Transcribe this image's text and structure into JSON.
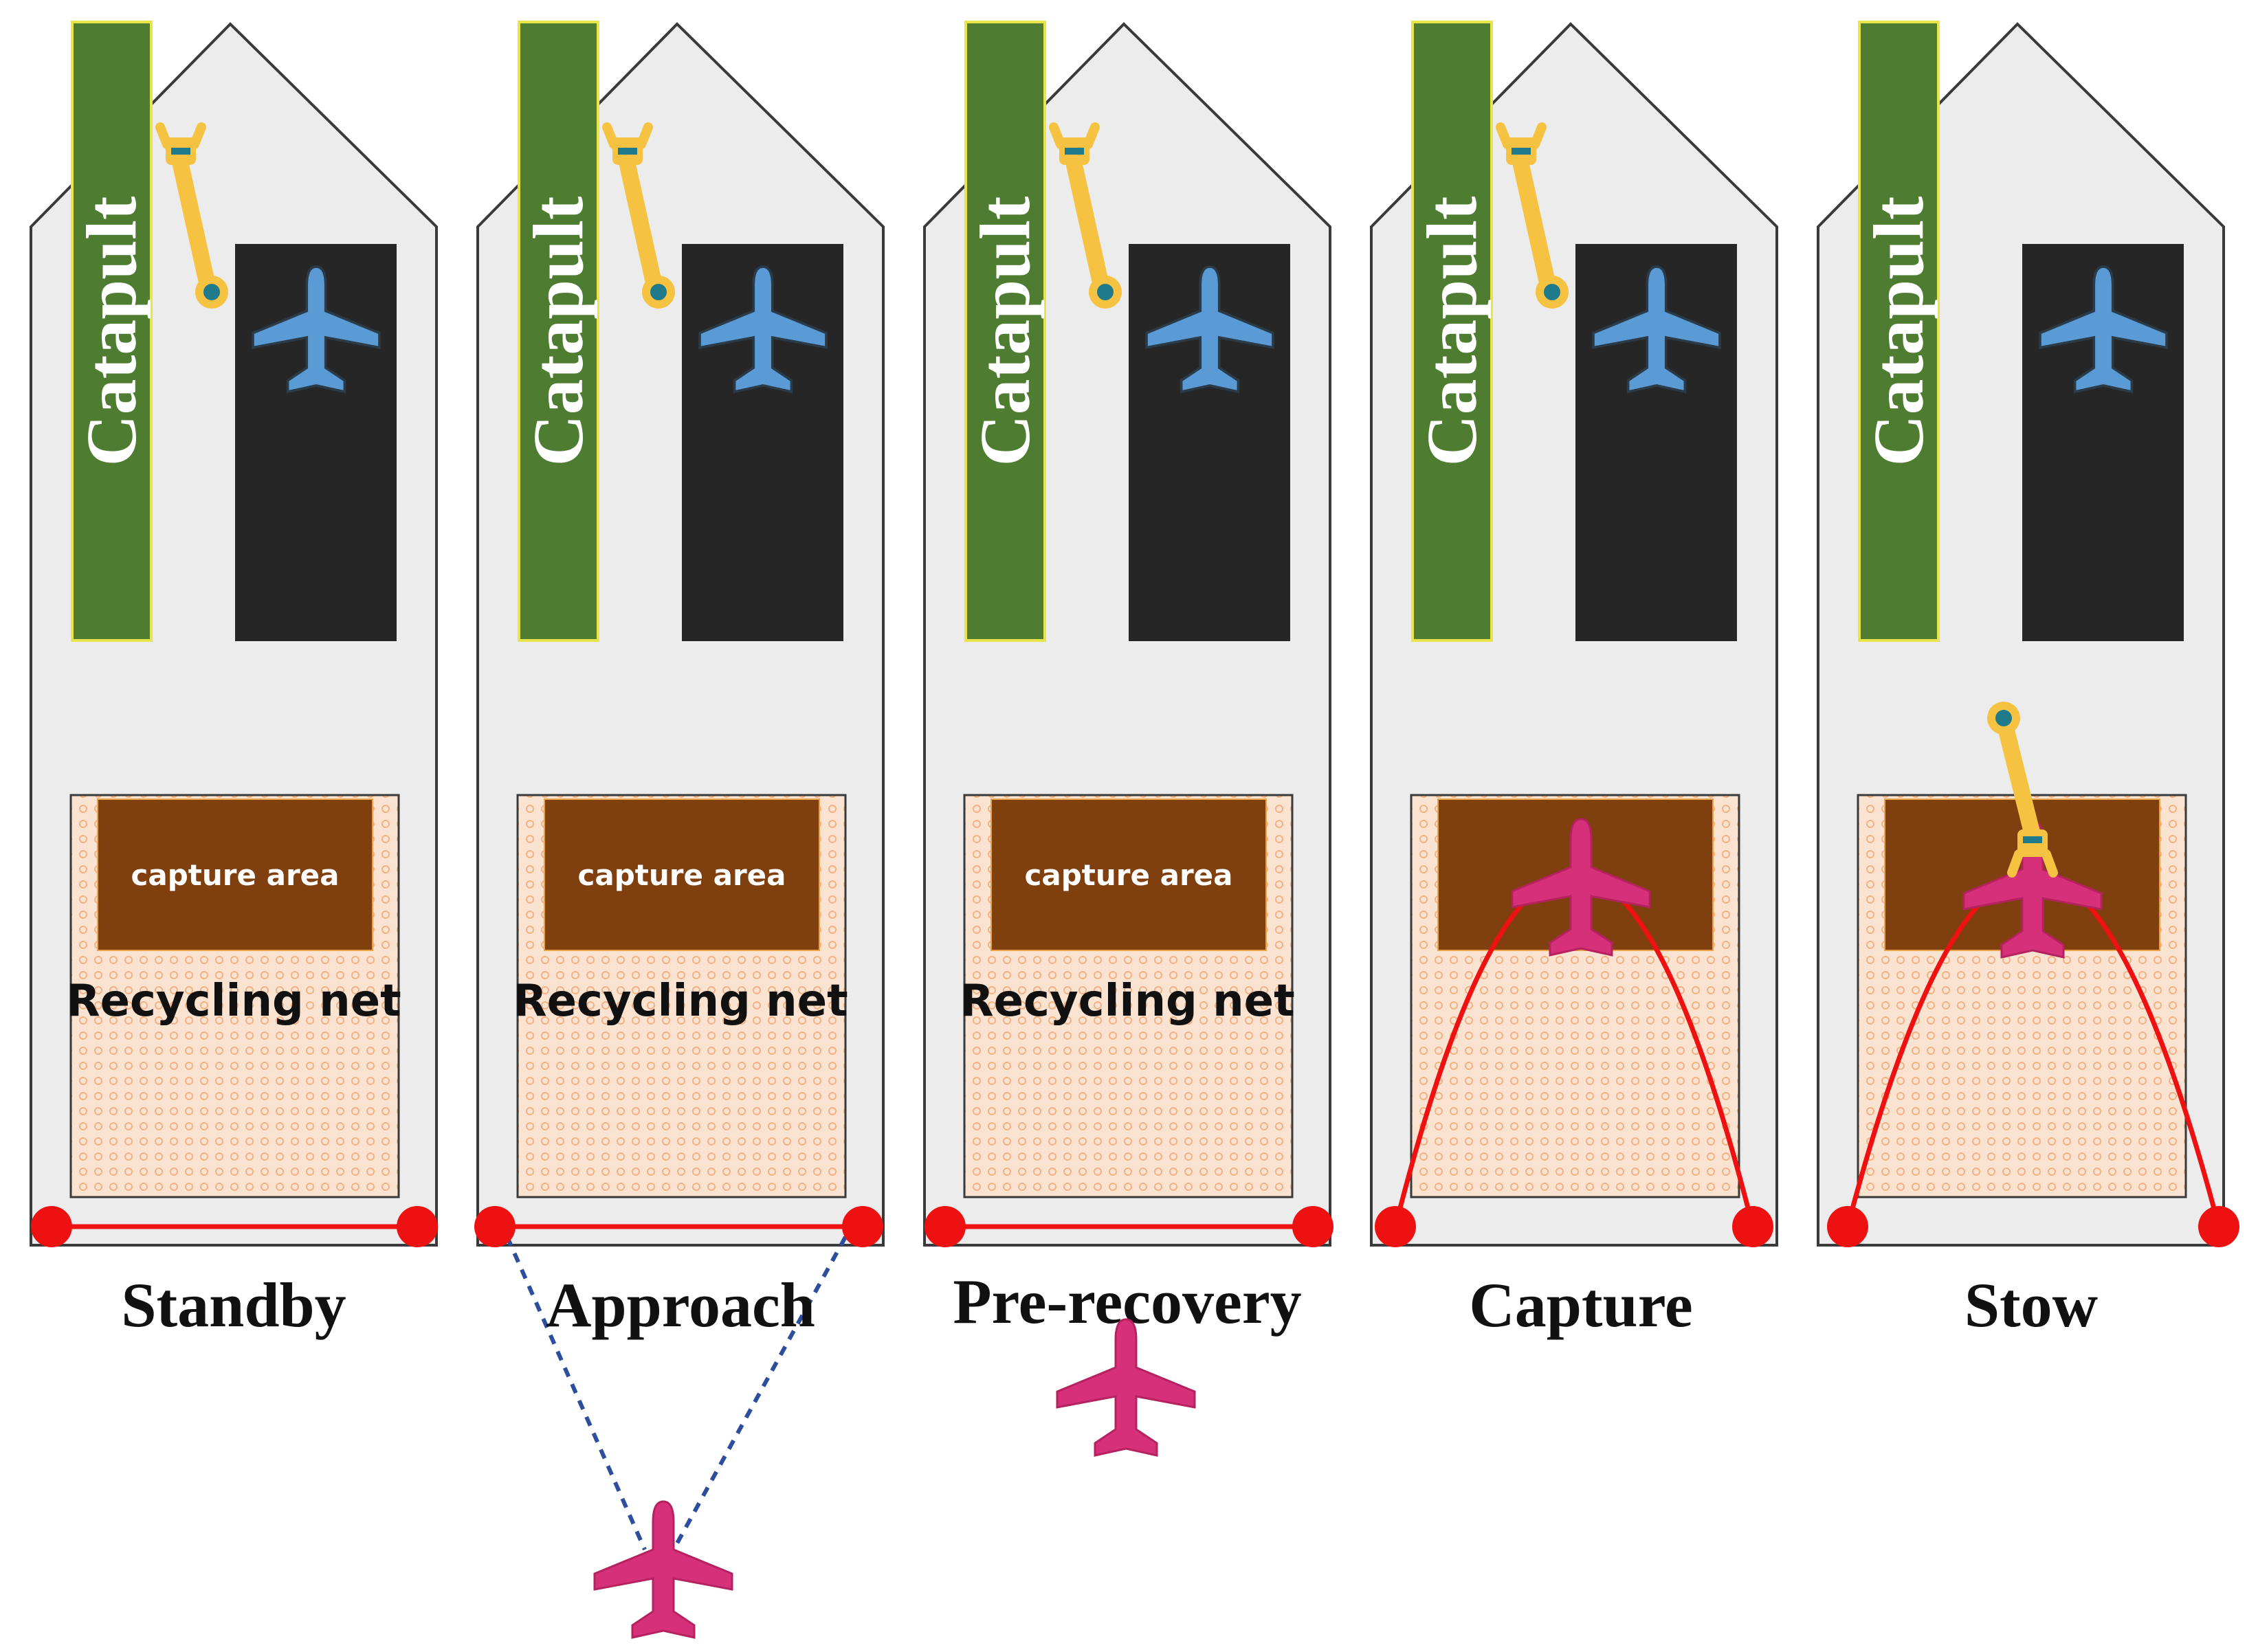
{
  "catapult_label": "Catapult",
  "capture_area_label": "capture area",
  "net_label": "Recycling net",
  "colors": {
    "hull_fill": "#ececec",
    "hull_stroke": "#3a3a3a",
    "catapult": "#4e7d31",
    "catapult_border": "#e8e44a",
    "hangar": "#262626",
    "parked_aircraft": "#5b9bd5",
    "capture_area": "#7f3f0f",
    "net_fill": "#fbe3d2",
    "net_dot": "#f4b183",
    "arm": "#f5c242",
    "arm_joint": "#1f7a8c",
    "target_aircraft": "#d6307a",
    "net_cable": "#ee1111",
    "sensor_beam": "#2d4e9c"
  },
  "icons": {
    "parked_aircraft": "airplane-icon",
    "target_aircraft": "airplane-icon",
    "robot_arm": "robotic-arm-icon"
  },
  "stages": [
    {
      "label": "Standby"
    },
    {
      "label": "Approach"
    },
    {
      "label": "Pre-recovery"
    },
    {
      "label": "Capture"
    },
    {
      "label": "Stow"
    }
  ]
}
